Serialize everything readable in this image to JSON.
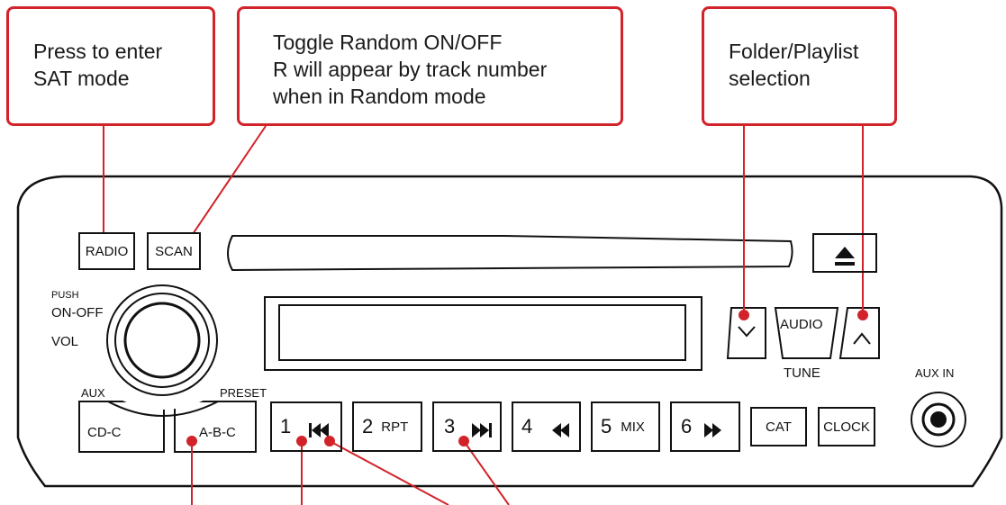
{
  "callouts": {
    "sat": {
      "lines": [
        "Press to enter",
        "SAT mode"
      ]
    },
    "random": {
      "lines": [
        "Toggle Random ON/OFF",
        "R will appear by track number",
        "when in Random mode"
      ]
    },
    "folder": {
      "lines": [
        "Folder/Playlist",
        "selection"
      ]
    }
  },
  "buttons": {
    "radio": "RADIO",
    "scan": "SCAN",
    "audio": "AUDIO",
    "cd_c": "CD-C",
    "a_b_c": "A-B-C",
    "cat": "CAT",
    "clock": "CLOCK",
    "preset_1": {
      "num": "1",
      "icon": "previous-track-icon"
    },
    "preset_2": {
      "num": "2",
      "sub": "RPT"
    },
    "preset_3": {
      "num": "3",
      "icon": "next-track-icon"
    },
    "preset_4": {
      "num": "4",
      "icon": "rewind-icon"
    },
    "preset_5": {
      "num": "5",
      "sub": "MIX"
    },
    "preset_6": {
      "num": "6",
      "icon": "fast-forward-icon"
    },
    "folder_down_icon": "chevron-down-icon",
    "folder_up_icon": "chevron-up-icon",
    "eject_icon": "eject-icon"
  },
  "labels": {
    "push": "PUSH",
    "on_off": "ON-OFF",
    "vol": "VOL",
    "aux": "AUX",
    "preset": "PRESET",
    "tune": "TUNE",
    "aux_in": "AUX IN"
  },
  "colors": {
    "callout": "#d2232a",
    "outline": "#111111"
  }
}
